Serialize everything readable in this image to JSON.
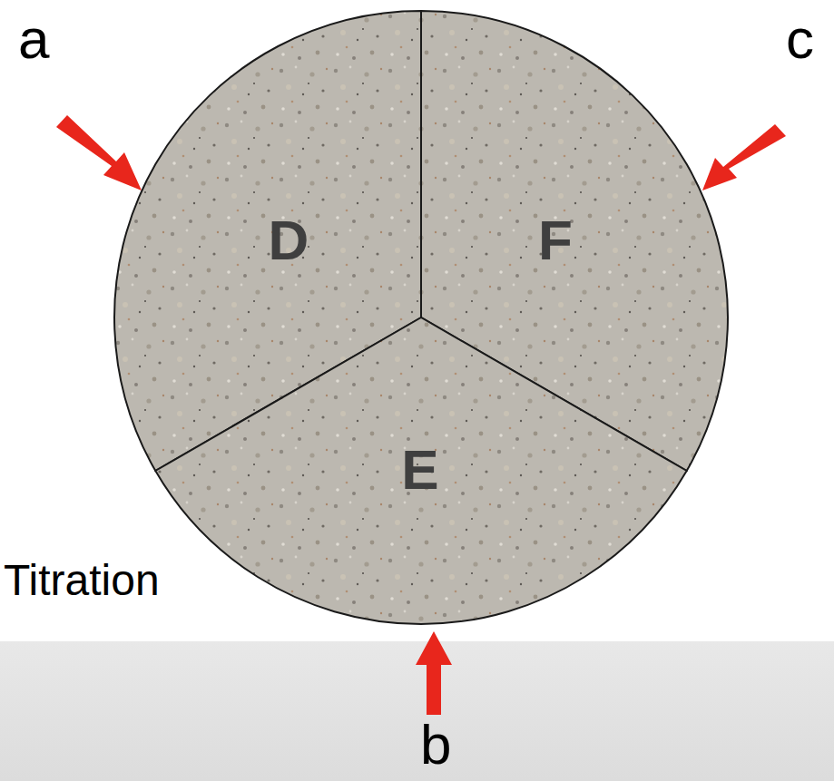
{
  "diagram": {
    "nodes": [
      {
        "text": [
          "D"
        ]
      },
      {
        "text": [
          "F"
        ]
      },
      {
        "text": [
          "E"
        ]
      }
    ],
    "labels": [
      "a",
      "c",
      "Titration",
      "b"
    ]
  }
}
